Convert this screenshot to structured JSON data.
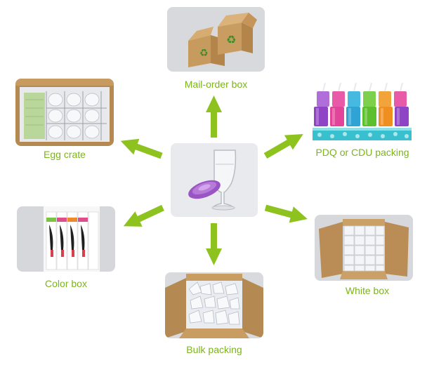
{
  "colors": {
    "accent": "#8dc21f",
    "label": "#7cb518"
  },
  "center": {
    "icon": "plastic-wine-glass-with-purple-lid"
  },
  "packaging": [
    {
      "key": "mail_order",
      "label": "Mail-order box",
      "icon": "kraft-mailer-box-recycle"
    },
    {
      "key": "pdq",
      "label": "PDQ or CDU packing",
      "icon": "colorful-tumblers-display"
    },
    {
      "key": "white_box",
      "label": "White box",
      "icon": "carton-of-white-boxes"
    },
    {
      "key": "bulk",
      "label": "Bulk packing",
      "icon": "open-carton-bulk-items"
    },
    {
      "key": "color_box",
      "label": "Color box",
      "icon": "printed-color-boxes"
    },
    {
      "key": "egg_crate",
      "label": "Egg crate",
      "icon": "carton-with-egg-crate-divider"
    }
  ]
}
